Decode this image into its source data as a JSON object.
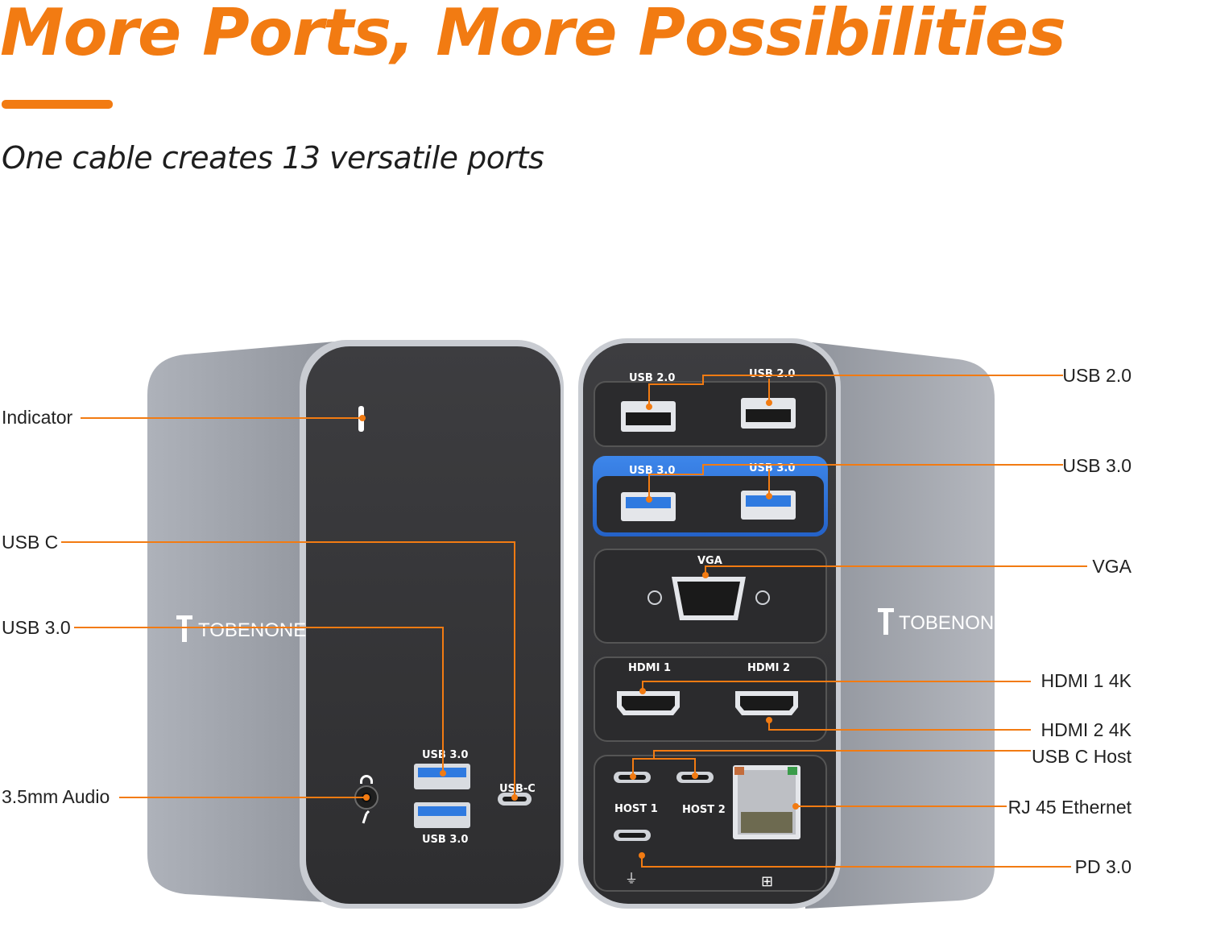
{
  "header": {
    "title": "More Ports, More Possibilities",
    "subtitle": "One cable creates 13 versatile ports"
  },
  "colors": {
    "accent": "#f27b12",
    "device_body": "#9ea2ab",
    "device_panel": "#3a3a3c",
    "usb3_highlight": "#2f6fd6"
  },
  "device": {
    "brand": "TOBENONE",
    "front_panel_labels": {
      "usb_3_top": "USB 3.0",
      "usb_3_bottom": "USB 3.0",
      "usb_c": "USB-C"
    },
    "rear_panel_labels": {
      "usb2_left": "USB 2.0",
      "usb2_right": "USB 2.0",
      "usb3_left": "USB 3.0",
      "usb3_right": "USB 3.0",
      "vga": "VGA",
      "hdmi1": "HDMI 1",
      "hdmi2": "HDMI 2",
      "host1": "HOST 1",
      "host2": "HOST 2"
    }
  },
  "callouts": {
    "left": [
      {
        "id": "indicator",
        "label": "Indicator"
      },
      {
        "id": "usb-c",
        "label": "USB C"
      },
      {
        "id": "usb-3",
        "label": "USB 3.0"
      },
      {
        "id": "audio",
        "label": "3.5mm Audio"
      }
    ],
    "right": [
      {
        "id": "usb-2",
        "label": "USB 2.0"
      },
      {
        "id": "usb-3",
        "label": "USB 3.0"
      },
      {
        "id": "vga",
        "label": "VGA"
      },
      {
        "id": "hdmi-1",
        "label": "HDMI 1 4K"
      },
      {
        "id": "hdmi-2",
        "label": "HDMI 2 4K"
      },
      {
        "id": "usb-c-host",
        "label": "USB C Host"
      },
      {
        "id": "rj45",
        "label": "RJ 45 Ethernet"
      },
      {
        "id": "pd",
        "label": "PD 3.0"
      }
    ]
  }
}
